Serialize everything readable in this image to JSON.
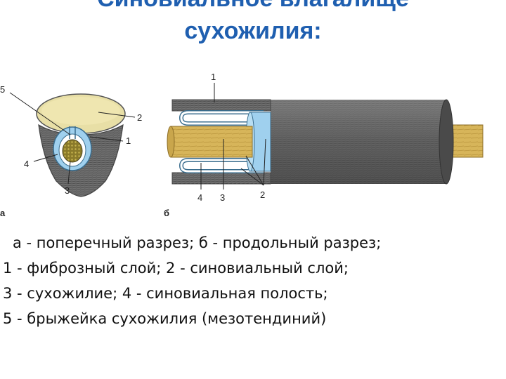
{
  "title": {
    "line1": "Синовиальное влагалище",
    "line2": "сухожилия:"
  },
  "figure_a": {
    "letter": "а",
    "labels": [
      "5",
      "2",
      "1",
      "4",
      "3"
    ]
  },
  "figure_b": {
    "letter": "б",
    "labels": [
      "1",
      "4",
      "3",
      "2"
    ]
  },
  "caption": {
    "line1": "а - поперечный разрез; б - продольный разрез;",
    "line2": "1 - фиброзный слой; 2 - синовиальный слой;",
    "line3": "3 - сухожилие; 4 - синовиальная полость;",
    "line4": "5 - брыжейка сухожилия (мезотендиний)"
  },
  "colors": {
    "title": "#1f5fb0",
    "fibrous": "#6d6d6d",
    "synovial": "#9fd0ee",
    "tendon": "#d9b65a"
  }
}
